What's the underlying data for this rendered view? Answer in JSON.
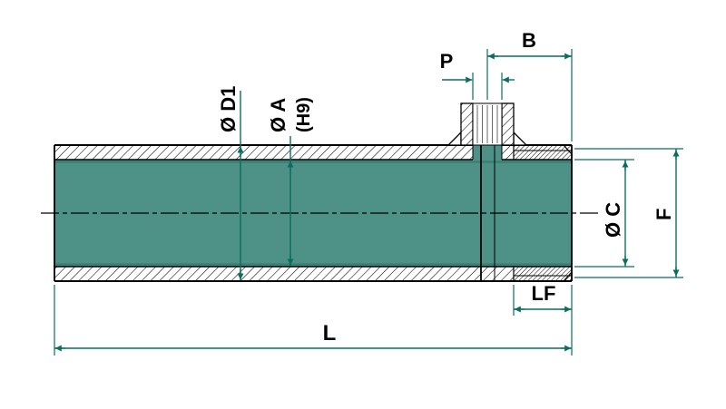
{
  "drawing": {
    "colors": {
      "body_fill": "#4d9187",
      "body_shade": "#3c7d72",
      "dimension": "#0b6e5c",
      "background": "#ffffff",
      "outline": "#000000"
    },
    "labels": {
      "outer_diameter": "Ø D1",
      "bore_diameter": "Ø A",
      "bore_tolerance": "(H9)",
      "port_thread": "P",
      "thread_offset": "B",
      "end_bore": "Ø C",
      "thread_od": "F",
      "thread_length": "LF",
      "total_length": "L"
    }
  }
}
